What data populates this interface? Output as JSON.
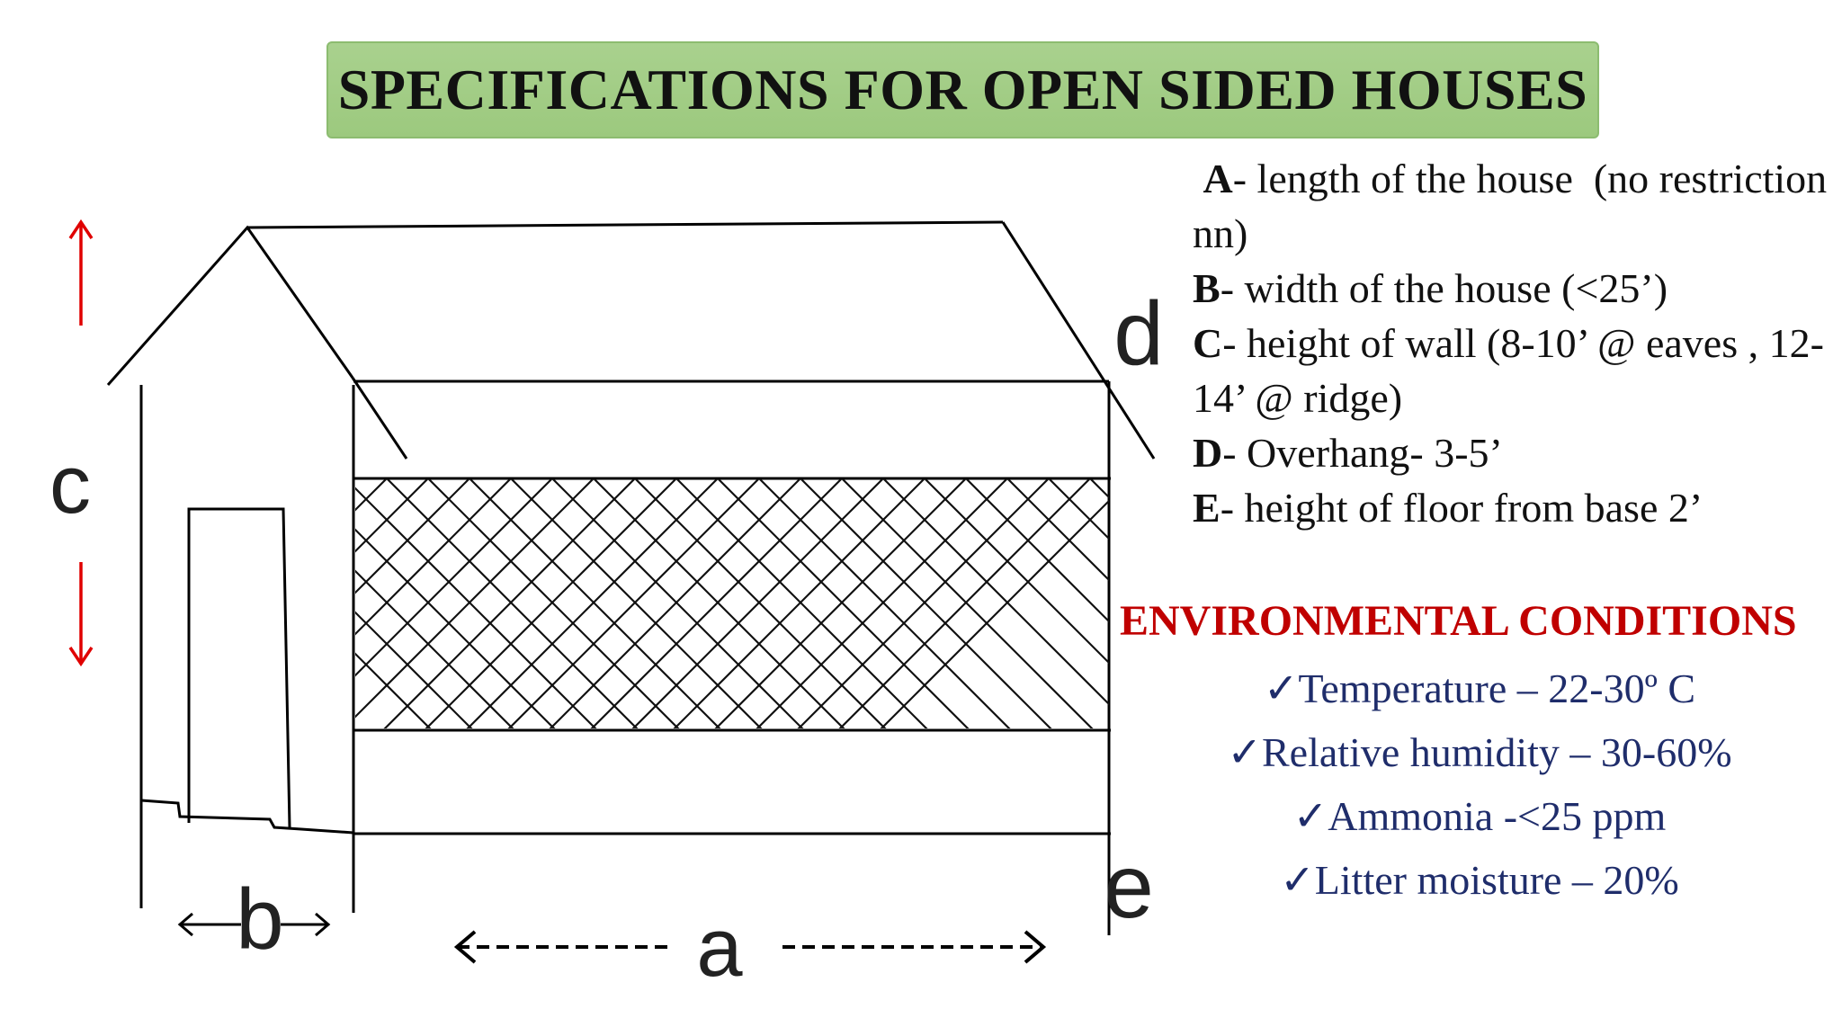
{
  "title": "SPECIFICATIONS FOR OPEN SIDED HOUSES",
  "diagram_labels": {
    "a": "a",
    "b": "b",
    "c": "c",
    "d": "d",
    "e": "e"
  },
  "specs": [
    {
      "key": "A",
      "text": "- length of the house  (no restriction nn)"
    },
    {
      "key": "B",
      "text": "- width of the house (<25’)"
    },
    {
      "key": "C",
      "text": "- height of wall (8-10’ @ eaves , 12-14’ @ ridge)"
    },
    {
      "key": "D",
      "text": "- Overhang- 3-5’"
    },
    {
      "key": "E",
      "text": "- height of floor from base 2’"
    }
  ],
  "environment": {
    "title": "ENVIRONMENTAL CONDITIONS",
    "items": [
      "Temperature – 22-30º C",
      "Relative humidity – 30-60%",
      "Ammonia -<25 ppm",
      "Litter moisture – 20%"
    ],
    "check_symbol": "✓"
  },
  "colors": {
    "title_bg": "#a9d18e",
    "env_title": "#c00000",
    "env_items": "#1f2d6b",
    "arrow_c": "#e00000"
  }
}
